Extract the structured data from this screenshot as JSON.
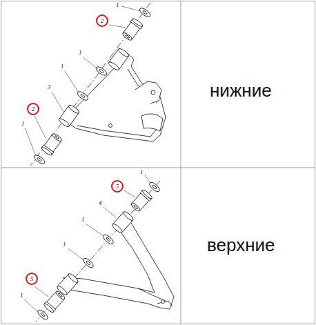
{
  "diagram": {
    "nodes": [
      {
        "text": [
          "2"
        ]
      },
      {
        "text": [
          "2"
        ]
      },
      {
        "text": [
          "5"
        ]
      },
      {
        "text": [
          "5"
        ]
      }
    ],
    "labels": [
      "1",
      "1",
      "1",
      "3",
      "1",
      "нижние",
      "1",
      "4",
      "1",
      "1",
      "1",
      "верхние"
    ]
  }
}
